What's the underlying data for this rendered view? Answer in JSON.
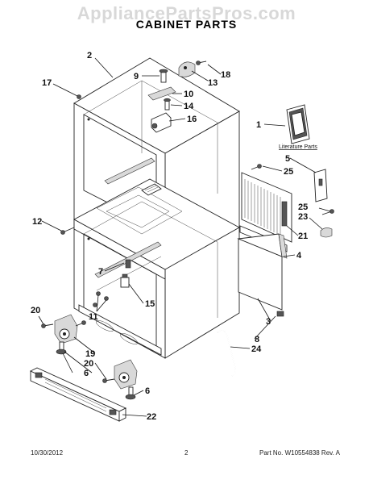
{
  "watermark": "AppliancePartsPros.com",
  "title": "CABINET PARTS",
  "literature_label": "Literature Parts",
  "footer": {
    "date": "10/30/2012",
    "page": "2",
    "part_no": "Part No. W10554838  Rev. A"
  },
  "callouts": [
    "1",
    "2",
    "3",
    "4",
    "5",
    "6",
    "6",
    "7",
    "8",
    "9",
    "10",
    "11",
    "12",
    "13",
    "14",
    "15",
    "16",
    "17",
    "18",
    "19",
    "20",
    "20",
    "21",
    "22",
    "23",
    "24",
    "25",
    "25"
  ]
}
